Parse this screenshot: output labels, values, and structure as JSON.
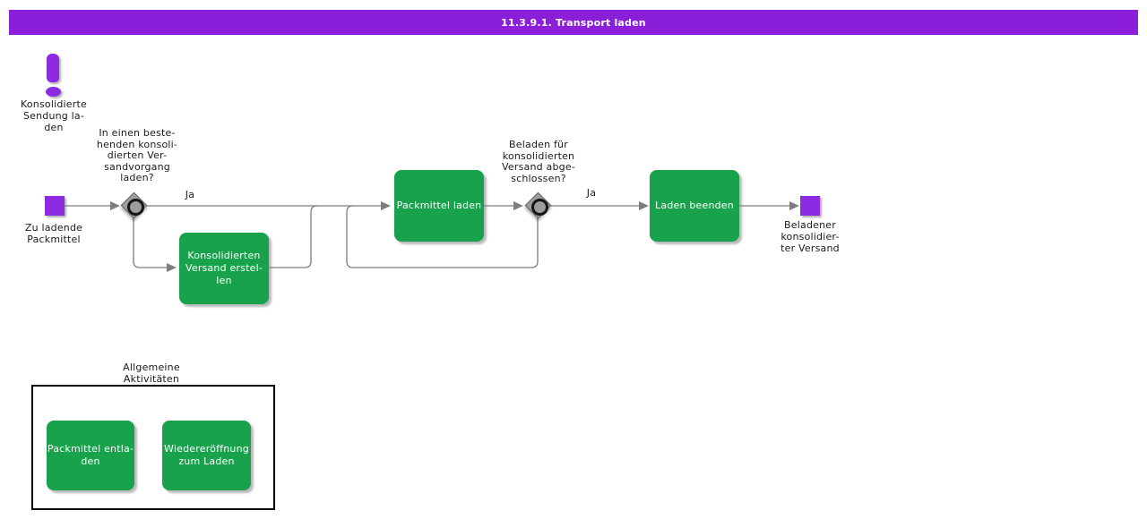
{
  "title": "11.3.9.1. Transport laden",
  "colors": {
    "title_bar": "#8b1fd9",
    "event_purple": "#8d2be2",
    "task_green": "#17a24b",
    "gateway_gray": "#9d9d9d",
    "connector_gray": "#7d7d7d"
  },
  "trigger": {
    "label": "Konsolidierte\nSendung la-\nden"
  },
  "start_event": {
    "label": "Zu ladende\nPackmittel"
  },
  "decision1": {
    "question": "In einen  beste-\nhenden  konsoli-\ndierten  Ver-\nsandvorgang\nladen?",
    "yes_label": "Ja"
  },
  "task_create": {
    "label": "Konsolidierten\nVersand erstel-\nlen"
  },
  "task_load": {
    "label": "Packmittel laden"
  },
  "decision2": {
    "question": "Beladen für\nkonsolidierten\nVersand  abge-\nschlossen?",
    "yes_label": "Ja"
  },
  "task_finish": {
    "label": "Laden beenden"
  },
  "end_event": {
    "label": "Beladener\nkonsolidier-\nter Versand"
  },
  "group": {
    "label": "Allgemeine\nAktivitäten",
    "tasks": [
      {
        "label": "Packmittel entla-\nden"
      },
      {
        "label": "Wiedereröffnung\nzum Laden"
      }
    ]
  }
}
